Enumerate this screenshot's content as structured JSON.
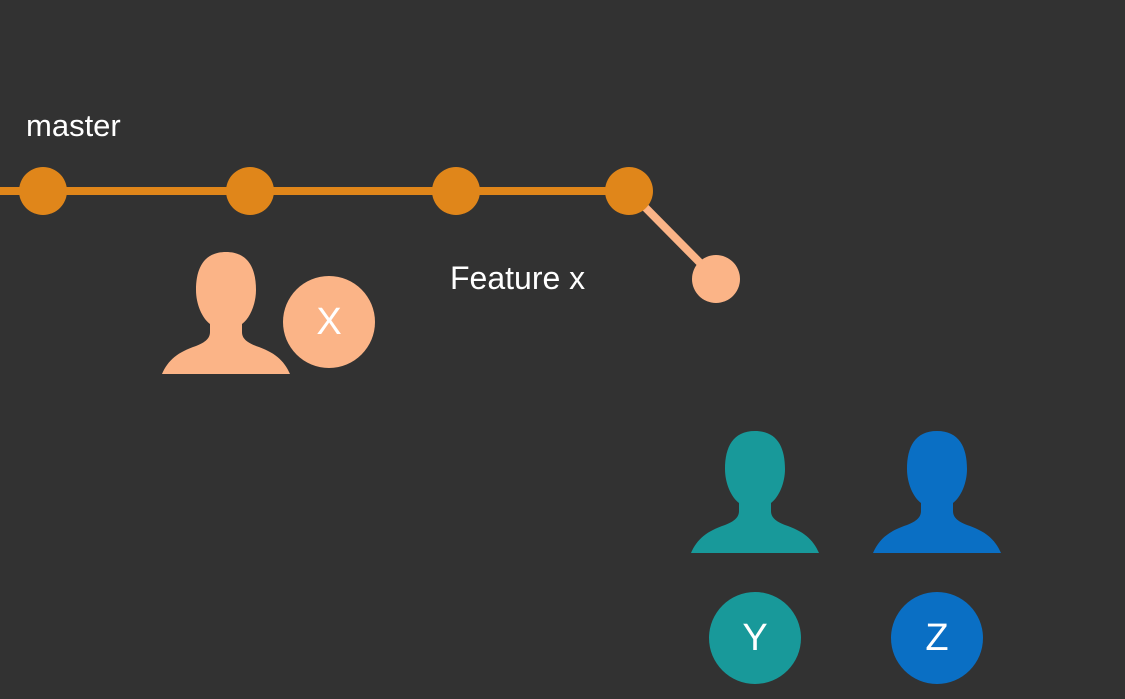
{
  "labels": {
    "master": "master",
    "feature": "Feature x"
  },
  "badges": {
    "x": "X",
    "y": "Y",
    "z": "Z"
  },
  "colors": {
    "background": "#323232",
    "master_branch": "#e0861a",
    "feature_branch": "#fbb487",
    "user_x": "#fbb487",
    "user_y": "#18999a",
    "user_z": "#0a6fc4",
    "text": "#ffffff"
  },
  "icons": {
    "user": "person-silhouette-icon"
  }
}
